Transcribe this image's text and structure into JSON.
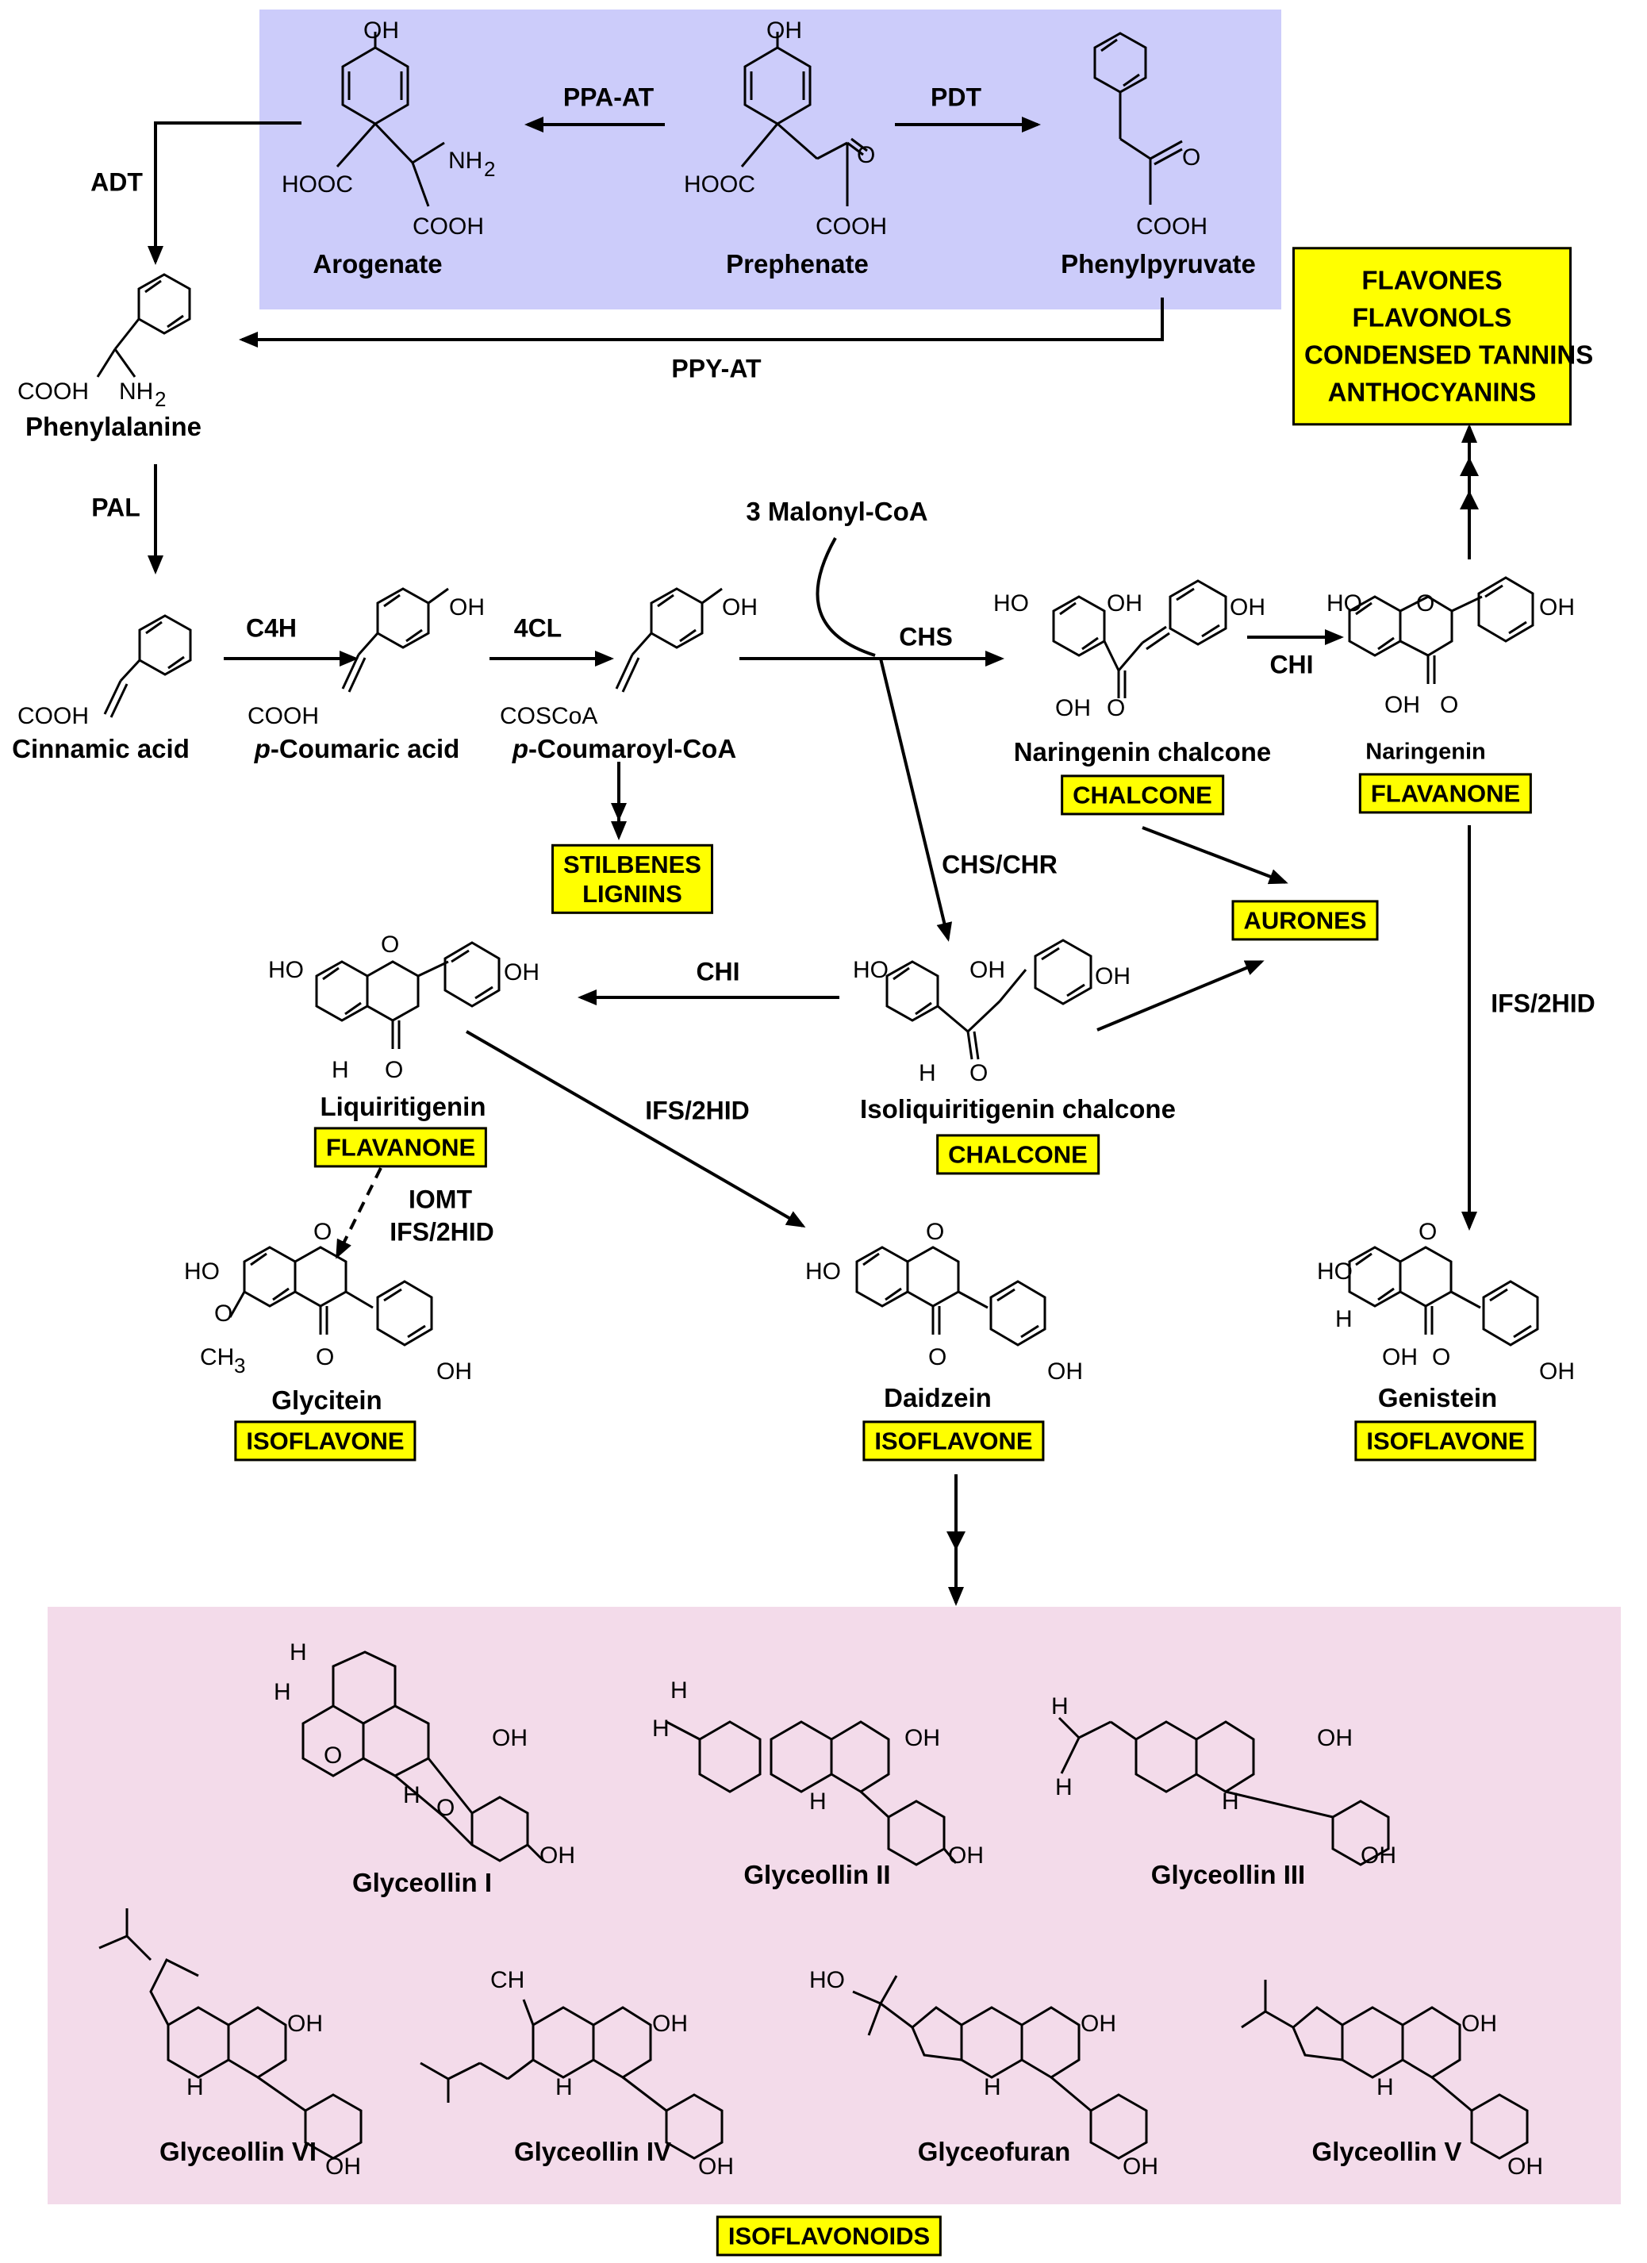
{
  "colors": {
    "precursor_bg": "#ccccfa",
    "isoflavonoid_bg": "#f3dbea",
    "class_box": "#ffff00"
  },
  "compounds": {
    "arogenate": "Arogenate",
    "prephenate": "Prephenate",
    "phenylpyruvate": "Phenylpyruvate",
    "phenylalanine": "Phenylalanine",
    "cinnamic_acid": "Cinnamic acid",
    "p_coumaric_prefix": "p",
    "p_coumaric_rest": "-Coumaric acid",
    "p_coumaroyl_prefix": "p",
    "p_coumaroyl_rest": "-Coumaroyl-CoA",
    "malonyl": "3 Malonyl-CoA",
    "naringenin_chalcone": "Naringenin chalcone",
    "naringenin": "Naringenin",
    "isoliquiritigenin_chalcone": "Isoliquiritigenin chalcone",
    "liquiritigenin": "Liquiritigenin",
    "glycitein": "Glycitein",
    "daidzein": "Daidzein",
    "genistein": "Genistein",
    "glyceollin_1": "Glyceollin I",
    "glyceollin_2": "Glyceollin II",
    "glyceollin_3": "Glyceollin III",
    "glyceollin_6": "Glyceollin VI",
    "glyceollin_4": "Glyceollin IV",
    "glyceofuran": "Glyceofuran",
    "glyceollin_5": "Glyceollin V"
  },
  "enzymes": {
    "ppa_at": "PPA-AT",
    "pdt": "PDT",
    "adt": "ADT",
    "ppy_at": "PPY-AT",
    "pal": "PAL",
    "c4h": "C4H",
    "cl4": "4CL",
    "chs": "CHS",
    "chi_top": "CHI",
    "chs_chr": "CHS/CHR",
    "chi_mid": "CHI",
    "ifs_left": "IFS/2HID",
    "ifs_right": "IFS/2HID",
    "iomt": "IOMT",
    "ifs_iomt": "IFS/2HID"
  },
  "classes": {
    "top_right": [
      "FLAVONES",
      "FLAVONOLS",
      "CONDENSED TANNINS",
      "ANTHOCYANINS"
    ],
    "stilbenes": "STILBENES",
    "lignins": "LIGNINS",
    "chalcone_1": "CHALCONE",
    "flavanone_1": "FLAVANONE",
    "aurones": "AURONES",
    "flavanone_2": "FLAVANONE",
    "chalcone_2": "CHALCONE",
    "isoflavone_1": "ISOFLAVONE",
    "isoflavone_2": "ISOFLAVONE",
    "isoflavone_3": "ISOFLAVONE",
    "isoflavonoids": "ISOFLAVONOIDS"
  },
  "atoms": {
    "oh": "OH",
    "nh2": "NH",
    "sub2": "2",
    "cooh": "COOH",
    "hooc": "HOOC",
    "o": "O",
    "h": "H",
    "ho": "HO",
    "coscoa": "COSCoA",
    "h3c": "H",
    "ch3": "CH",
    "sub3": "3",
    "c": "C"
  }
}
